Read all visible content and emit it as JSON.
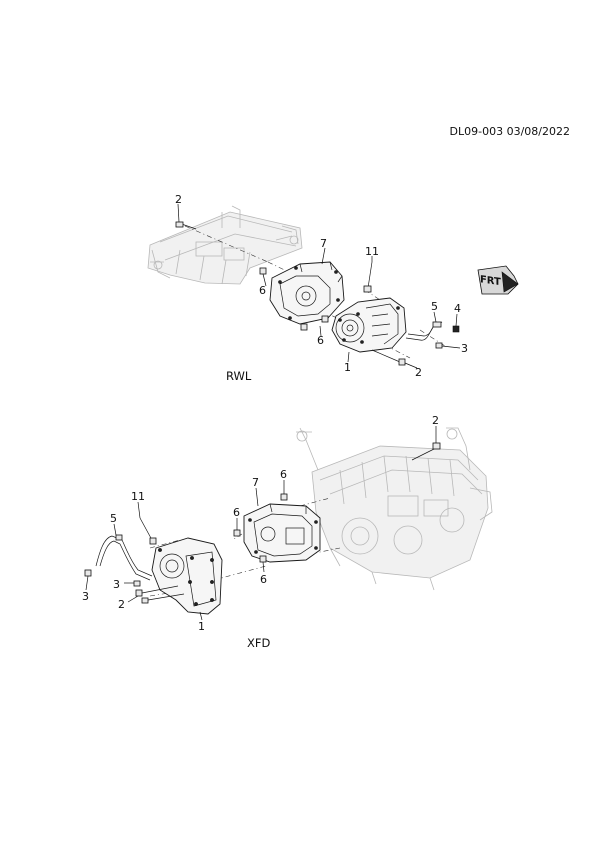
{
  "reference": "DL09-003 03/08/2022",
  "views": [
    {
      "name": "RWL",
      "callouts": [
        "2",
        "7",
        "11",
        "6",
        "6",
        "5",
        "4",
        "3",
        "1",
        "2"
      ]
    },
    {
      "name": "XFD",
      "callouts": [
        "2",
        "7",
        "6",
        "6",
        "11",
        "5",
        "6",
        "3",
        "3",
        "2",
        "1"
      ]
    }
  ],
  "direction_badge": "FRT",
  "icons": [
    "front-direction-arrow-icon"
  ]
}
